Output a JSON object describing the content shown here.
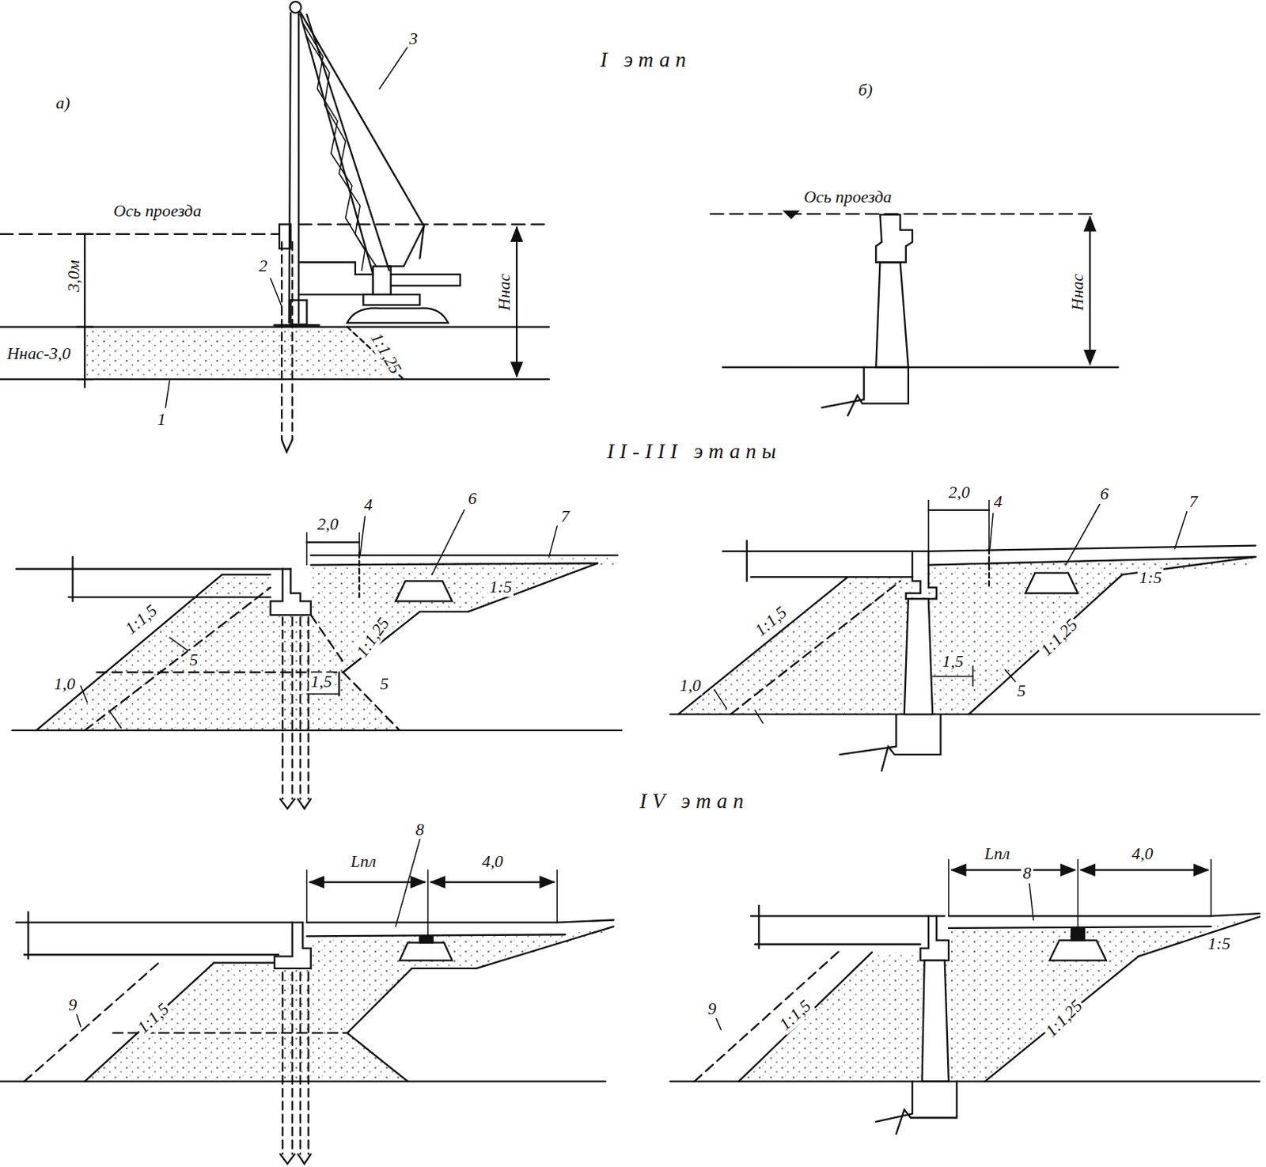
{
  "diagram": {
    "labels": [
      "а)",
      "I этап",
      "б)",
      "3",
      "Ось проезда",
      "3,0м",
      "2",
      "Hнас",
      "Hнас-3,0",
      "1:1,25",
      "1",
      "Ось проезда",
      "Hнас",
      "II-III этапы",
      "2,0",
      "4",
      "6",
      "7",
      "1:1,5",
      "5",
      "1:1,25",
      "1:5",
      "1,0",
      "1,5",
      "5",
      "2,0",
      "4",
      "6",
      "7",
      "1:5",
      "1:1,5",
      "1,0",
      "1,5",
      "5",
      "1:1,25",
      "IV этап",
      "8",
      "Lпл",
      "4,0",
      "9",
      "1:1,5",
      "Lпл",
      "8",
      "4,0",
      "1:5",
      "9",
      "1:1,5",
      "1:1,25"
    ]
  }
}
